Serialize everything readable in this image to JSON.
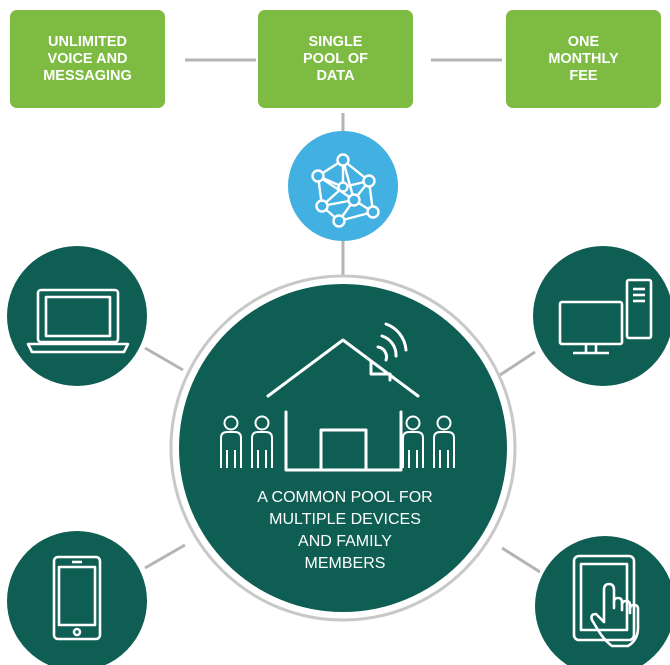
{
  "features": [
    {
      "label": "UNLIMITED\nVOICE AND\nMESSAGING"
    },
    {
      "label": "SINGLE\nPOOL OF\nDATA"
    },
    {
      "label": "ONE\nMONTHLY\nFEE"
    }
  ],
  "center": {
    "label": "A COMMON POOL FOR\nMULTIPLE DEVICES\nAND FAMILY\nMEMBERS"
  },
  "colors": {
    "green": "#7dbb42",
    "teal": "#0f5e54",
    "blue": "#42b0e0",
    "connector": "#b4b4b4",
    "ring": "#c8c8c8"
  },
  "icons": [
    "network-icon",
    "house-icon",
    "wifi-icon",
    "person-icon",
    "laptop-icon",
    "desktop-computer-icon",
    "smartphone-icon",
    "tablet-touch-icon"
  ]
}
